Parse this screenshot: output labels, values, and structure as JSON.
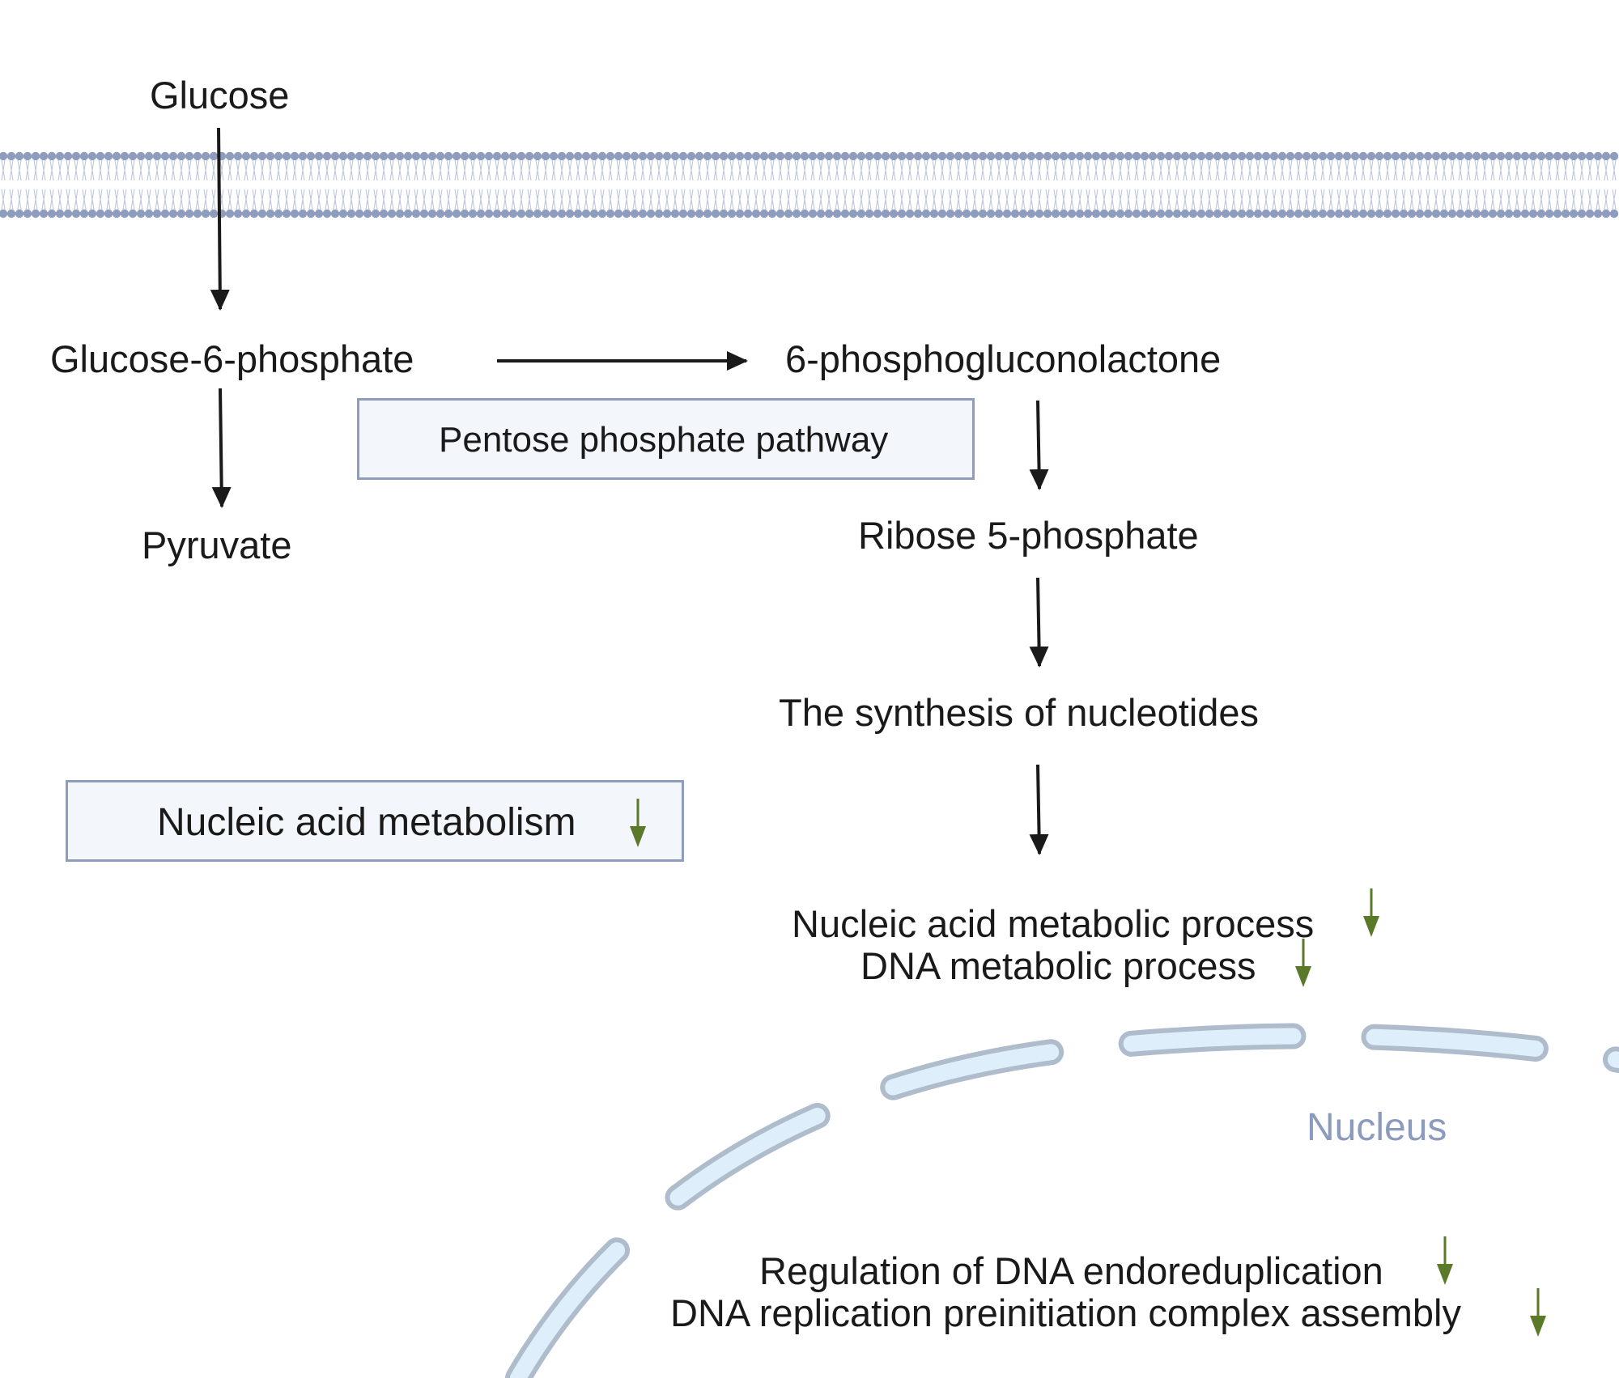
{
  "colors": {
    "text": "#1a1a1a",
    "arrow": "#1a1a1a",
    "membrane": "#8e9cbd",
    "box_fill": "#f3f6fb",
    "box_border": "#8e9cbd",
    "nucleus_fill": "#dfeefb",
    "nucleus_border": "#aebccb",
    "nucleus_label": "#8c9bbd",
    "down_arrow": "#5a7a2a"
  },
  "icons": {
    "down_indicator": "down-arrow-icon"
  },
  "nodes": {
    "glucose": "Glucose",
    "g6p": "Glucose-6-phosphate",
    "pgl": "6-phosphogluconolactone",
    "pyruvate": "Pyruvate",
    "r5p": "Ribose 5-phosphate",
    "synthesis": "The synthesis of nucleotides"
  },
  "boxes": {
    "ppp": "Pentose phosphate pathway",
    "nam": "Nucleic acid metabolism"
  },
  "processes": {
    "nucleic_acid_metabolic": "Nucleic acid metabolic process",
    "dna_metabolic": "DNA metabolic process",
    "endoreduplication": "Regulation of DNA endoreduplication",
    "preinitiation": "DNA replication preinitiation complex assembly"
  },
  "compartments": {
    "nucleus": "Nucleus"
  }
}
